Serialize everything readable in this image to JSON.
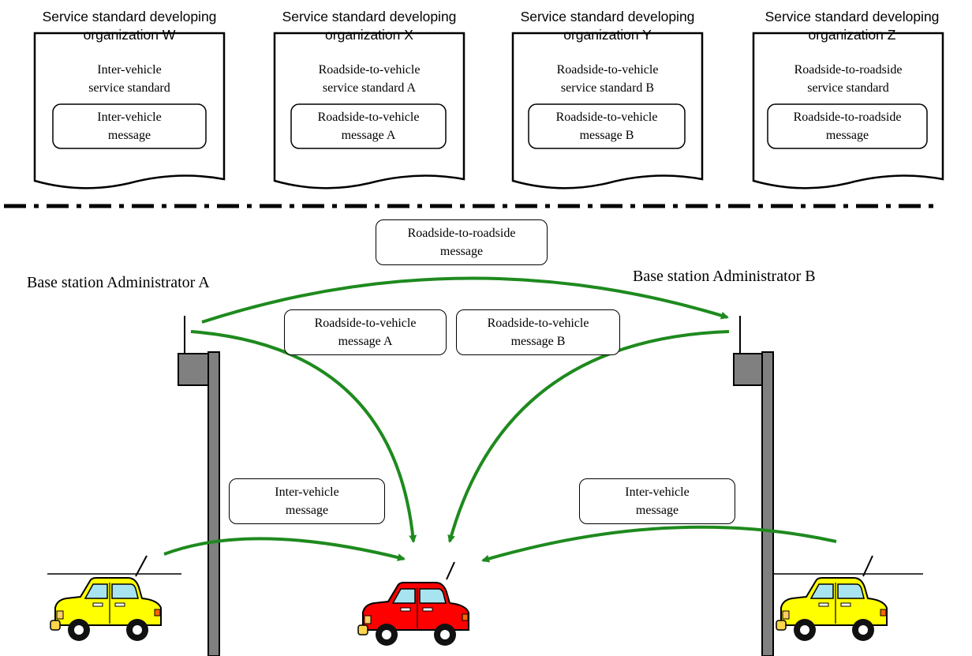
{
  "organizations": [
    {
      "line1": "Service standard developing",
      "line2": "organization W",
      "std_line1": "Inter-vehicle",
      "std_line2": "service standard",
      "msg_line1": "Inter-vehicle",
      "msg_line2": "message"
    },
    {
      "line1": "Service standard developing",
      "line2": "organization X",
      "std_line1": "Roadside-to-vehicle",
      "std_line2": "service standard A",
      "msg_line1": "Roadside-to-vehicle",
      "msg_line2": "message A"
    },
    {
      "line1": "Service standard developing",
      "line2": "organization Y",
      "std_line1": "Roadside-to-vehicle",
      "std_line2": "service standard B",
      "msg_line1": "Roadside-to-vehicle",
      "msg_line2": "message B"
    },
    {
      "line1": "Service standard developing",
      "line2": "organization Z",
      "std_line1": "Roadside-to-roadside",
      "std_line2": "service standard",
      "msg_line1": "Roadside-to-roadside",
      "msg_line2": "message"
    }
  ],
  "administrators": {
    "a": "Base station Administrator A",
    "b": "Base station Administrator B"
  },
  "messages": {
    "roadside_to_roadside": {
      "line1": "Roadside-to-roadside",
      "line2": "message"
    },
    "rtv_a": {
      "line1": "Roadside-to-vehicle",
      "line2": "message A"
    },
    "rtv_b": {
      "line1": "Roadside-to-vehicle",
      "line2": "message B"
    },
    "inter_left": {
      "line1": "Inter-vehicle",
      "line2": "message"
    },
    "inter_right": {
      "line1": "Inter-vehicle",
      "line2": "message"
    }
  },
  "colors": {
    "arrow": "#1e8a1e",
    "car_yellow": "#ffff00",
    "car_red": "#ff0000",
    "window": "#a8e4f0",
    "pole": "#808080"
  }
}
